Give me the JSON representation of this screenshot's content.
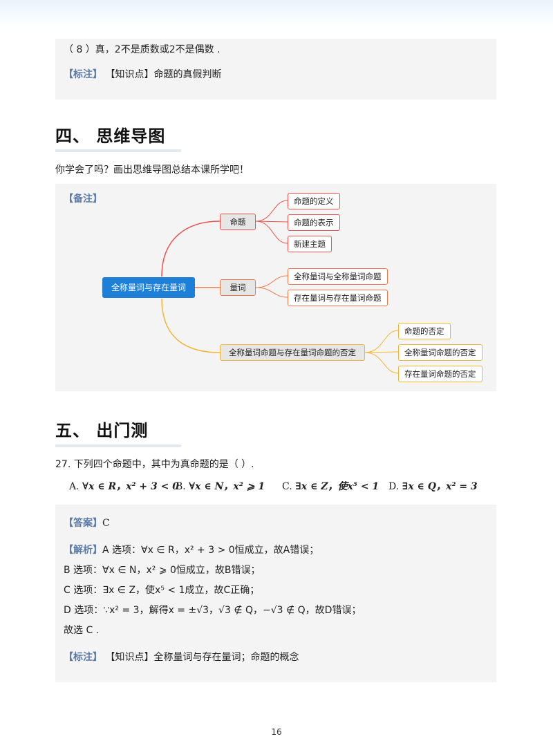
{
  "prev": {
    "item8": "（ 8 ）真，2不是质数或2不是偶数 .",
    "tag_label": "【标注】",
    "tag_text": "【知识点】命题的真假判断"
  },
  "section4": {
    "title": "四、 思维导图",
    "intro": "你学会了吗？画出思维导图总结本课所学吧！",
    "note_label": "【备注】"
  },
  "mindmap": {
    "root": "全称量词与存在量词",
    "branches": [
      {
        "label": "命题",
        "children": [
          "命题的定义",
          "命题的表示",
          "新建主题"
        ]
      },
      {
        "label": "量词",
        "children": [
          "全称量词与全称量词命题",
          "存在量词与存在量词命题"
        ]
      },
      {
        "label": "全称量词命题与存在量词命题的否定",
        "children": [
          "命题的否定",
          "全称量词命题的否定",
          "存在量词命题的否定"
        ]
      }
    ],
    "colors": {
      "root": "#1e7fd6",
      "branch1": "#e8554f",
      "branch2": "#ee7a4b",
      "branch3": "#f2b535"
    }
  },
  "section5": {
    "title": "五、 出门测",
    "question": "27.  下列四个命题中，其中为真命题的是（     ）.",
    "options": {
      "A": {
        "letter": "A.",
        "body": "∀x ∈ R，x² + 3 < 0"
      },
      "B": {
        "letter": "B.",
        "body": "∀x ∈ N，x² ⩾ 1"
      },
      "C": {
        "letter": "C.",
        "body": "∃x ∈ Z，使x⁵ < 1"
      },
      "D": {
        "letter": "D.",
        "body": "∃x ∈ Q，x² = 3"
      }
    }
  },
  "answer": {
    "label": "【答案】",
    "value": "C",
    "analysis_label": "【解析】",
    "lines": [
      "A 选项：∀x ∈ R，x² + 3 > 0恒成立，故A错误；",
      "B 选项：∀x ∈ N，x² ⩾ 0恒成立，故B错误；",
      "C 选项：∃x ∈ Z，使x⁵ < 1成立，故C正确；",
      "D 选项：∵x² = 3，解得x = ±√3，√3 ∉ Q，−√3 ∉ Q，故D错误；",
      "故选 C ."
    ],
    "tag_label": "【标注】",
    "tag_text": "【知识点】全称量词与存在量词；命题的概念"
  },
  "page_number": "16"
}
